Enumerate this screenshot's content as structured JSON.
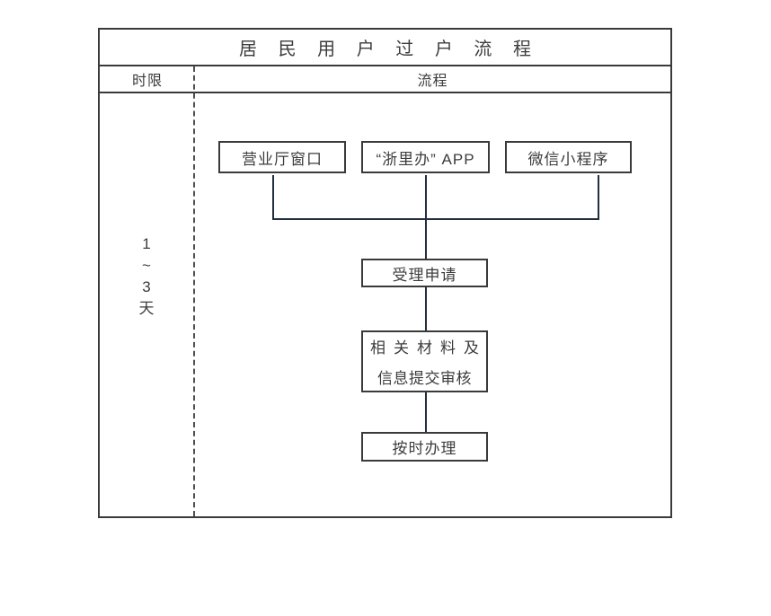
{
  "diagram": {
    "title": "居 民 用 户 过 户 流 程",
    "columns": {
      "time_limit": "时限",
      "process": "流程"
    },
    "time_limit": {
      "lines": [
        "1",
        "~",
        "3",
        "天"
      ]
    },
    "channels": [
      "营业厅窗口",
      "“浙里办” APP",
      "微信小程序"
    ],
    "steps": {
      "accept": "受理申请",
      "materials_line1": "相关材料及",
      "materials_line2": "信息提交审核",
      "on_time": "按时办理"
    }
  },
  "colors": {
    "connector": "#232d3c",
    "border": "#3a3a3a",
    "text": "#3c3c3c",
    "background": "#ffffff"
  }
}
